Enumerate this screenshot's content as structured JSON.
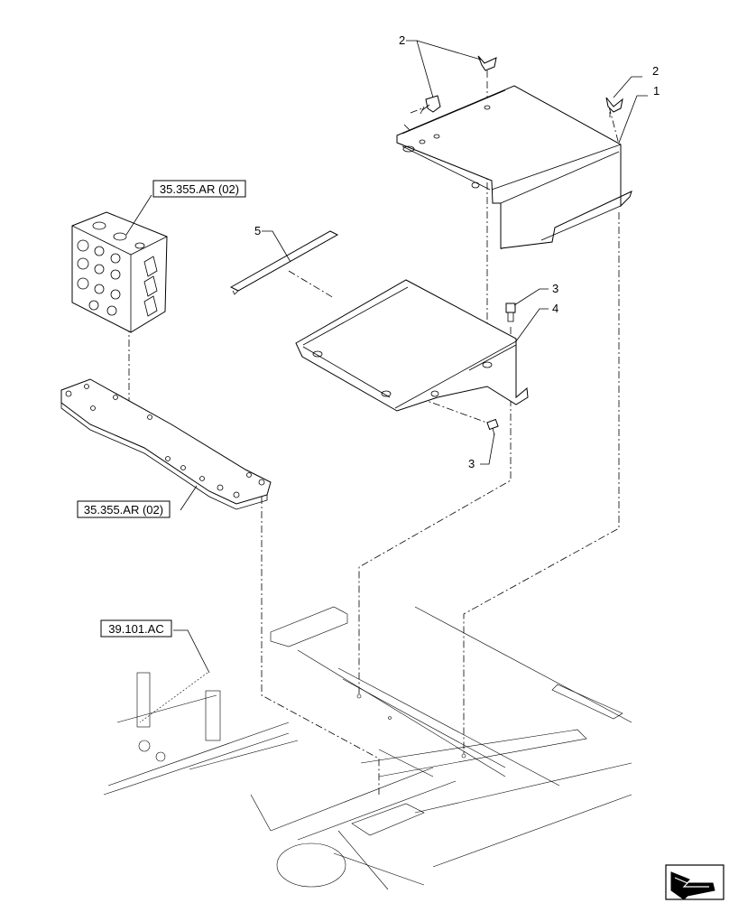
{
  "references": {
    "valve_block": "35.355.AR (02)",
    "mounting_plate": "35.355.AR (02)",
    "frame": "39.101.AC"
  },
  "callouts": {
    "wing_nuts_left": "2",
    "wing_nut_right": "2",
    "top_cover": "1",
    "bolt_upper": "3",
    "bottom_tray": "4",
    "bolt_lower": "3",
    "seal_strip": "5"
  },
  "icons": {
    "nav": "direction-arrow-icon"
  }
}
